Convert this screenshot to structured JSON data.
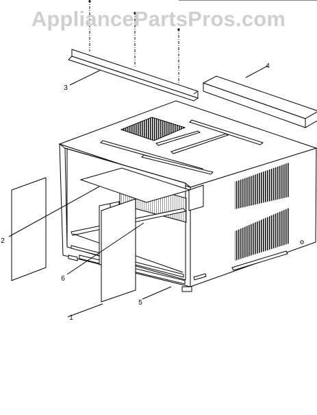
{
  "watermark": {
    "text": "AppliancePartsPros.com"
  },
  "diagram": {
    "callouts": [
      {
        "id": "1",
        "label": "1"
      },
      {
        "id": "2",
        "label": "2"
      },
      {
        "id": "3",
        "label": "3"
      },
      {
        "id": "4",
        "label": "4"
      },
      {
        "id": "5",
        "label": "5"
      },
      {
        "id": "6",
        "label": "6"
      }
    ]
  }
}
